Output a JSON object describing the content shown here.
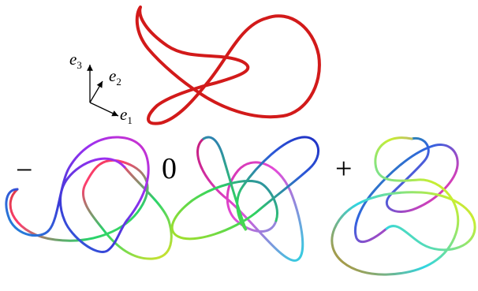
{
  "axes": {
    "e3": {
      "base": "e",
      "sub": "3"
    },
    "e2": {
      "base": "e",
      "sub": "2"
    },
    "e1": {
      "base": "e",
      "sub": "1"
    }
  },
  "labels": {
    "minus": "−",
    "zero": "0",
    "plus": "+"
  },
  "colors": {
    "main_knot": "#d21a1a",
    "axis": "#000000",
    "background": "#ffffff"
  }
}
